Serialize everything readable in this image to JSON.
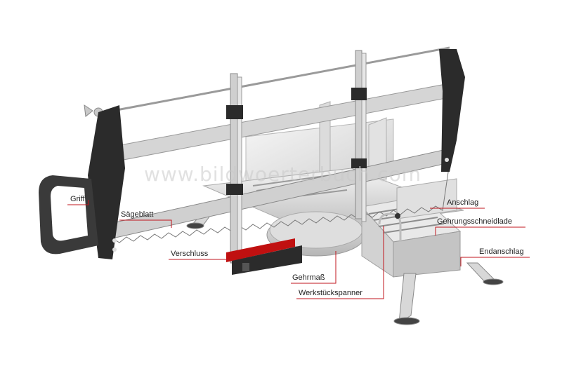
{
  "watermark": "www.bildwoerterbuch.com",
  "labels": {
    "griff": "Griff",
    "saegeblatt": "Sägeblatt",
    "verschluss": "Verschluss",
    "gehrmass": "Gehrmaß",
    "werkstueckspanner": "Werkstückspanner",
    "anschlag": "Anschlag",
    "gehrungsschneidlade": "Gehrungsschneidlade",
    "endanschlag": "Endanschlag"
  },
  "colors": {
    "leader_line": "#c0141c",
    "frame_dark": "#2b2b2b",
    "metal_light": "#e4e4e4",
    "metal_mid": "#c8c8c8",
    "blade": "#d0d0d0",
    "lock_red": "#c01010"
  }
}
